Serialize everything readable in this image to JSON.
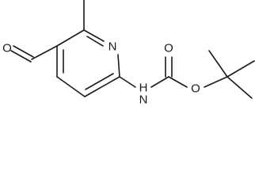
{
  "molecule": {
    "atoms": {
      "aldehyde_oxygen": "O",
      "ring_nitrogen": "N",
      "amide_nitrogen": "N",
      "amide_hydrogen": "H",
      "carbonyl_oxygen": "O",
      "ester_oxygen": "O"
    }
  }
}
